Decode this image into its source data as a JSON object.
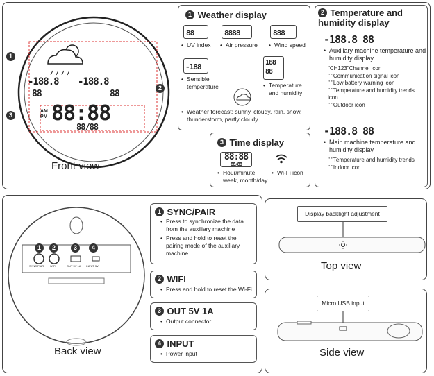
{
  "front": {
    "label": "Front view",
    "lcd": {
      "time": "88:88",
      "am": "AM",
      "pm": "PM",
      "date_text": "88/88",
      "big1": "-188.8",
      "big2": "-188.8",
      "hum1": "88",
      "hum2": "88"
    }
  },
  "weather": {
    "title": "Weather display",
    "uv": "UV index",
    "pressure": "Air pressure",
    "wind": "Wind speed",
    "sensible": "Sensible temperature",
    "temp_hum": "Temperature and humidity",
    "forecast": "Weather forecast: sunny, cloudy, rain, snow, thunderstorm, partly cloudy",
    "lcd_uv": "88",
    "lcd_pressure": "8888",
    "lcd_wind": "888",
    "lcd_feels": "-188",
    "lcd_th_temp": "188",
    "lcd_th_hum": "88"
  },
  "temp_hum": {
    "title": "Temperature and humidity display",
    "lcd_aux": "-188.8",
    "lcd_aux_hum": "88",
    "aux_heading": "Auxiliary machine temperature and humidity display",
    "aux_items": [
      "\"CH123\"Channel icon",
      "\" \"Communication signal icon",
      "\" \"Low battery warning icon",
      "\" \"Temperature and humidity trends icon",
      "\" \"Outdoor icon"
    ],
    "lcd_main": "-188.8",
    "lcd_main_hum": "88",
    "main_heading": "Main machine temperature and humidity display",
    "main_items": [
      "\" \"Temperature and humidity trends",
      "\" \"Indoor icon"
    ]
  },
  "time": {
    "title": "Time display",
    "lcd_time": "88:88",
    "lcd_date": "88/88",
    "time_desc": "Hour/minute, week, month/day",
    "wifi_desc": "Wi-Fi icon"
  },
  "back": {
    "label": "Back view",
    "port_labels": [
      "SYNC/PAIR",
      "WIFI",
      "OUT 5V 1A",
      "INPUT 5V"
    ],
    "sync": {
      "title": "SYNC/PAIR",
      "items": [
        "Press to synchronize the data from the auxiliary machine",
        "Press and hold to reset the pairing mode of the auxiliary machine"
      ]
    },
    "wifi": {
      "title": "WIFI",
      "items": [
        "Press and hold to reset the Wi-Fi"
      ]
    },
    "out": {
      "title": "OUT 5V 1A",
      "items": [
        "Output connector"
      ]
    },
    "input": {
      "title": "INPUT",
      "items": [
        "Power input"
      ]
    }
  },
  "top": {
    "label": "Top view",
    "callout": "Display backlight adjustment"
  },
  "side": {
    "label": "Side view",
    "callout": "Micro USB input"
  },
  "markers": [
    "1",
    "2",
    "3",
    "4"
  ]
}
